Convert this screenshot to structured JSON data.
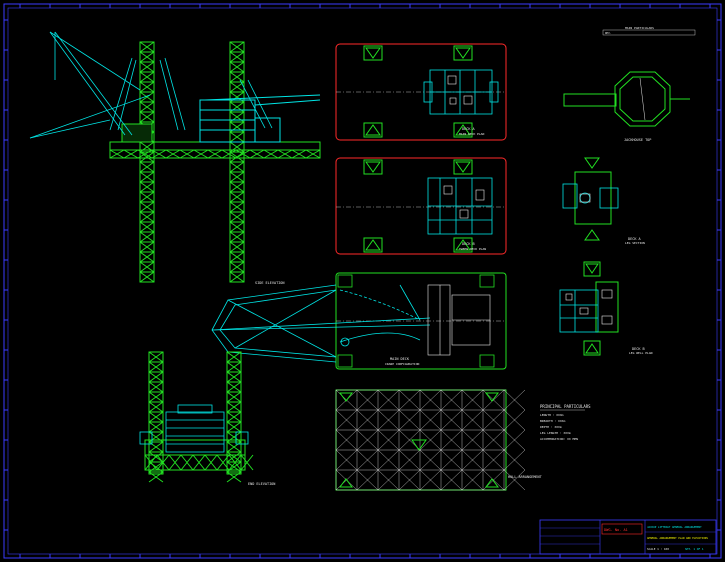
{
  "colors": {
    "background": "#000000",
    "border": "#3b3bff",
    "structure_green": "#22e022",
    "structure_cyan": "#00e5e5",
    "section_red": "#ff2a2a",
    "text_white": "#e8e8e8",
    "text_yellow": "#f0f000"
  },
  "views": {
    "side_elevation": "SIDE ELEVATION",
    "plan_a": "DECK A",
    "plan_a_sub": "MAIN DECK PLAN",
    "plan_b": "DECK B",
    "plan_b_sub": "TWEEN DECK PLAN",
    "main_deck": "MAIN DECK",
    "main_deck_sub": "CRANE CONFIGURATION",
    "jackhouse_top": "JACKHOUSE TOP",
    "jackhouse_sec": "DECK A",
    "jackhouse_sec_sub": "LEG SECTION",
    "jackhouse_bot": "DECK B",
    "jackhouse_bot_sub": "LEG WELL PLAN",
    "end_elevation": "END ELEVATION",
    "hull_plan": "HULL ARRANGEMENT",
    "top_right_title": "MAIN PARTICULARS",
    "top_right_sub": "REV."
  },
  "particulars": {
    "heading": "PRINCIPAL PARTICULARS",
    "rows": [
      "LENGTH       :  XXXm",
      "BREADTH      :  XXXm",
      "DEPTH        :  XXXm",
      "LEG LENGTH   :  XXXm",
      "ACCOMMODATION:  XX MEN"
    ]
  },
  "title_block": {
    "drawing_no": "DWG. No.  A1",
    "line1": "JACKUP  LIFTBOAT  GENERAL  ARRANGEMENT",
    "line2": "GENERAL ARRANGEMENT PLAN AND ELEVATIONS",
    "line3": "SCALE  1 : 100",
    "sheet": "SHT. 1 OF 1"
  }
}
